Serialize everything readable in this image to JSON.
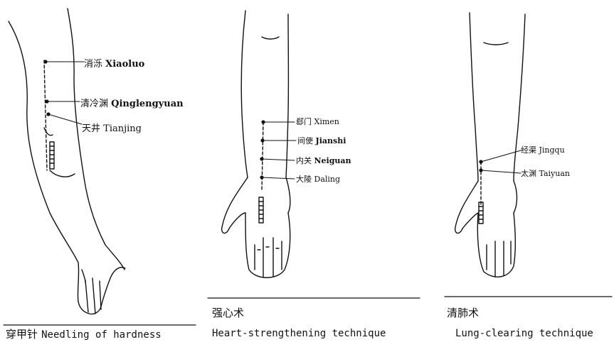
{
  "figures": [
    {
      "points": [
        {
          "cn": "消泺",
          "pinyin": "Xiaoluo"
        },
        {
          "cn": "清冷渊",
          "pinyin": "Qinglengyuan"
        },
        {
          "cn": "天井",
          "pinyin": "Tianjing"
        }
      ],
      "caption_cn": "穿甲针",
      "caption_en": "Needling of hardness"
    },
    {
      "points": [
        {
          "cn": "郄门",
          "pinyin": "Ximen"
        },
        {
          "cn": "间使",
          "pinyin": "Jianshi"
        },
        {
          "cn": "内关",
          "pinyin": "Neiguan"
        },
        {
          "cn": "大陵",
          "pinyin": "Daling"
        }
      ],
      "caption_cn": "强心术",
      "caption_en": "Heart-strengthening technique"
    },
    {
      "points": [
        {
          "cn": "经渠",
          "pinyin": "Jingqu"
        },
        {
          "cn": "太渊",
          "pinyin": "Taiyuan"
        }
      ],
      "caption_cn": "清肺术",
      "caption_en": "Lung-clearing technique"
    }
  ],
  "colors": {
    "ink": "#111111",
    "background": "#ffffff"
  }
}
